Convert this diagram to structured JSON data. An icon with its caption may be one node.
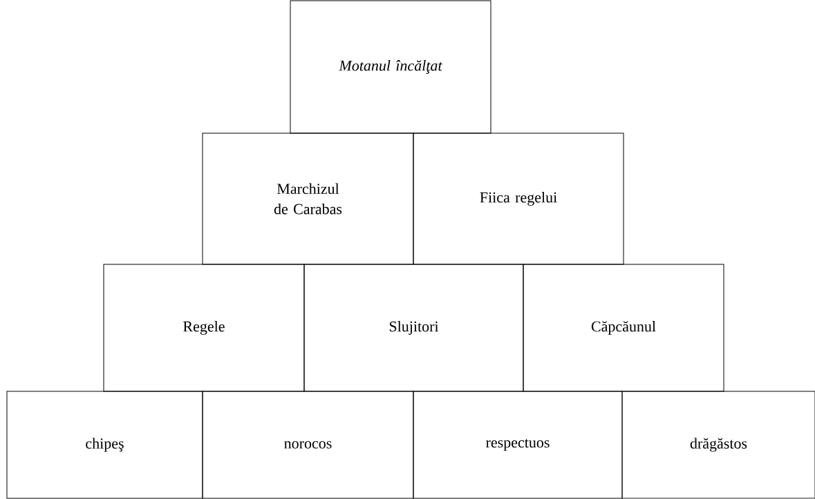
{
  "diagram": {
    "nodes": [
      {
        "text": [
          "Motanul încălţat"
        ]
      },
      {
        "text": [
          "Marchizul de Carabas"
        ]
      },
      {
        "text": [
          "Fiica regelui"
        ]
      },
      {
        "text": [
          "Regele"
        ]
      },
      {
        "text": [
          "Slujitori"
        ]
      },
      {
        "text": [
          "Căpcăunul"
        ]
      },
      {
        "text": [
          "chipeş"
        ]
      },
      {
        "text": [
          "norocos"
        ]
      },
      {
        "text": [
          "respectuos"
        ]
      },
      {
        "text": [
          "drăgăstos"
        ]
      }
    ]
  }
}
